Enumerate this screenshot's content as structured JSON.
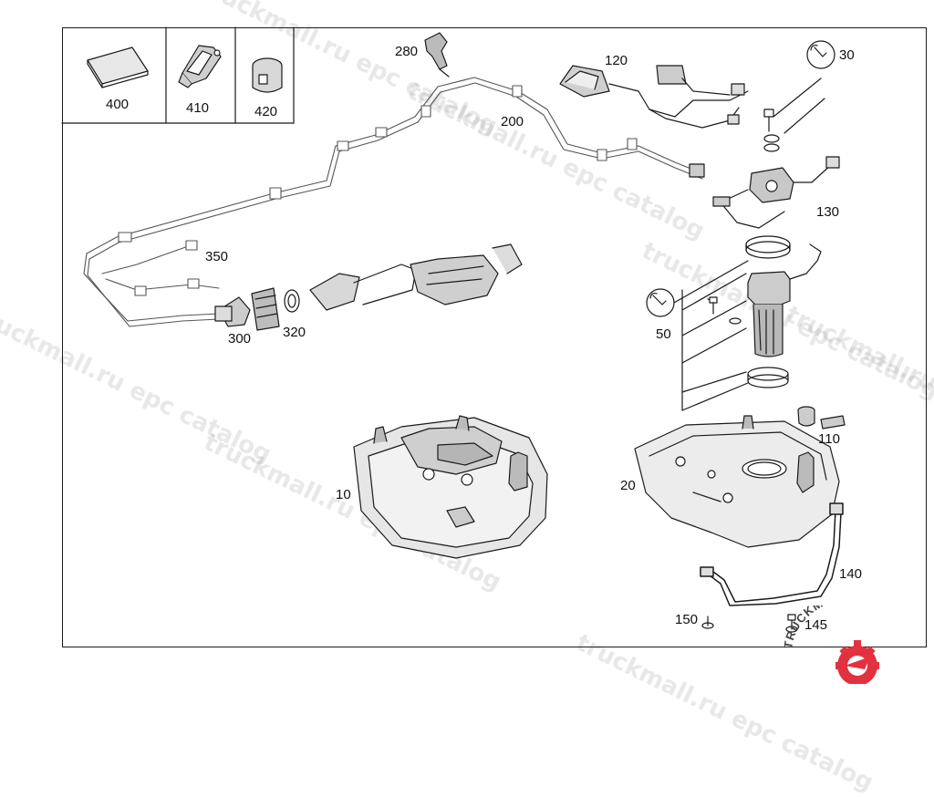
{
  "diagram": {
    "parts_box": [
      {
        "id": "400"
      },
      {
        "id": "410"
      },
      {
        "id": "420"
      }
    ],
    "callouts": {
      "p10": "10",
      "p20": "20",
      "p30": "30",
      "p50": "50",
      "p110": "110",
      "p120": "120",
      "p130": "130",
      "p140": "140",
      "p145": "145",
      "p150": "150",
      "p200": "200",
      "p280": "280",
      "p300": "300",
      "p320": "320",
      "p350": "350"
    }
  },
  "watermark": {
    "text1": "truckmall.ru epc catalog",
    "text2": "truckmall.ru epc catalog",
    "text3": "truckmall.ru epc catalog",
    "text4": "truckmall.ru epc catalog",
    "text5": "truckmall.ru epc catalog",
    "text6": "truckmall.ru epc catalog",
    "text7": "truckmall.ru epc catalog"
  },
  "brand": {
    "logo_text": "TRUCKMALLPARTS",
    "accent": "#e2323f"
  }
}
